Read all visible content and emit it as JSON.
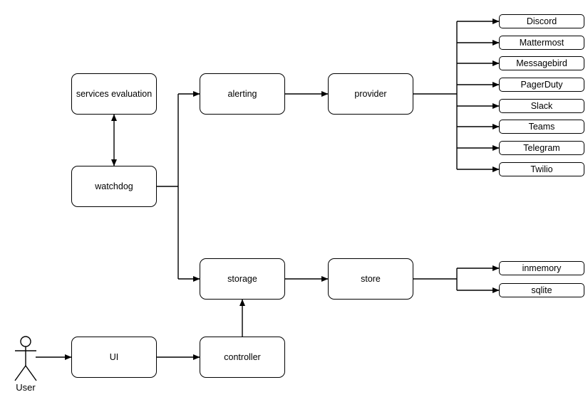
{
  "diagram": {
    "background": "#ffffff",
    "stroke_color": "#000000",
    "text_color": "#000000",
    "nodes": {
      "services_evaluation": {
        "label": "services evaluation"
      },
      "watchdog": {
        "label": "watchdog"
      },
      "alerting": {
        "label": "alerting"
      },
      "provider": {
        "label": "provider"
      },
      "storage": {
        "label": "storage"
      },
      "store": {
        "label": "store"
      },
      "ui": {
        "label": "UI"
      },
      "controller": {
        "label": "controller"
      }
    },
    "providers": [
      "Discord",
      "Mattermost",
      "Messagebird",
      "PagerDuty",
      "Slack",
      "Teams",
      "Telegram",
      "Twilio"
    ],
    "stores": [
      "inmemory",
      "sqlite"
    ],
    "actor": {
      "label": "User"
    }
  }
}
